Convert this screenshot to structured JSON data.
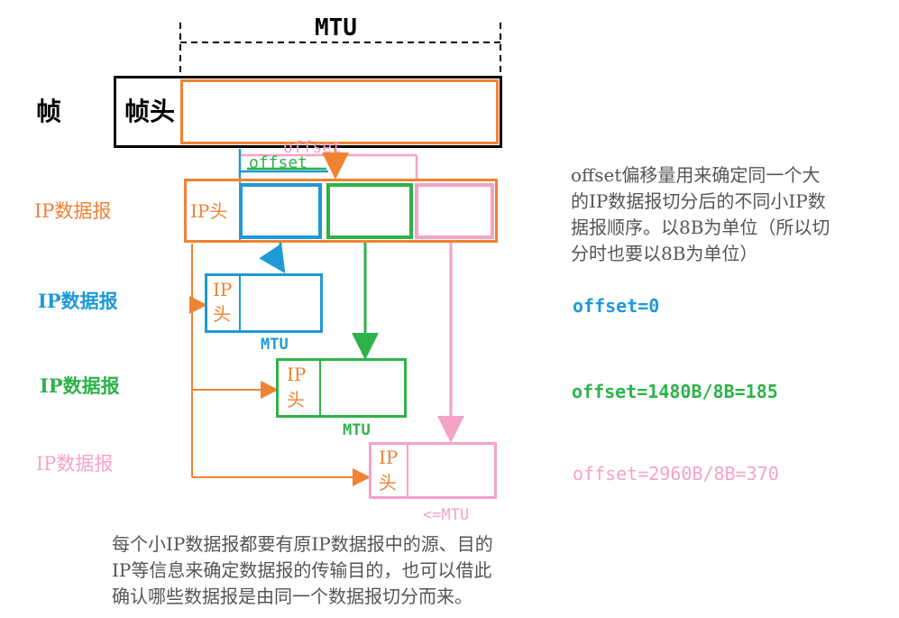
{
  "colors": {
    "black": "#000000",
    "orange": "#f08233",
    "blue": "#1f9ad6",
    "green": "#2db34a",
    "pink": "#f5a3c7",
    "gray_text": "#555555"
  },
  "top": {
    "mtu_label": "MTU",
    "frame_label": "帧",
    "frame_header_label": "帧头"
  },
  "offset_labels": {
    "pink": "offset",
    "green": "offset"
  },
  "ip_row": {
    "label": "IP数据报",
    "header": "IP头"
  },
  "fragments": [
    {
      "label": "IP数据报",
      "header_line1": "IP",
      "header_line2": "头",
      "mtu": "MTU",
      "offset": "offset=0"
    },
    {
      "label": "IP数据报",
      "header_line1": "IP",
      "header_line2": "头",
      "mtu": "MTU",
      "offset": "offset=1480B/8B=185"
    },
    {
      "label": "IP数据报",
      "header_line1": "IP",
      "header_line2": "头",
      "mtu": "<=MTU",
      "offset": "offset=2960B/8B=370"
    }
  ],
  "explanation": {
    "lines": [
      "offset偏移量用来确定同一个大",
      "的IP数据报切分后的不同小IP数",
      "据报顺序。以8B为单位（所以切",
      "分时也要以8B为单位）"
    ]
  },
  "bottom_note": {
    "lines": [
      "每个小IP数据报都要有原IP数据报中的源、目的",
      "IP等信息来确定数据报的传输目的，也可以借此",
      "确认哪些数据报是由同一个数据报切分而来。"
    ]
  }
}
